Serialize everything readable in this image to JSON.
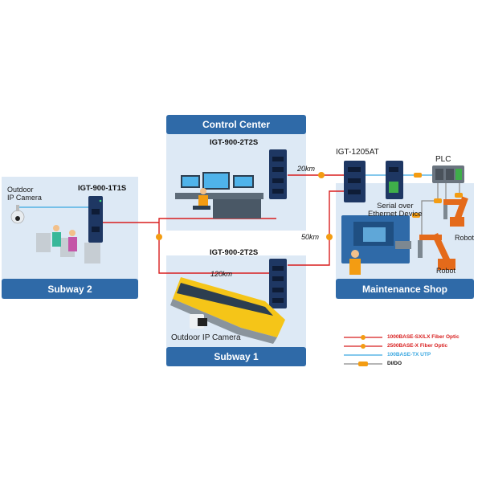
{
  "areas": {
    "control_center": "Control Center",
    "subway2": "Subway 2",
    "subway1": "Subway 1",
    "maintenance": "Maintenance Shop"
  },
  "devices": {
    "igt_1t1s": "IGT-900-1T1S",
    "igt_2t2s_top": "IGT-900-2T2S",
    "igt_2t2s_bottom": "IGT-900-2T2S",
    "igt_1205at": "IGT-1205AT",
    "plc": "PLC"
  },
  "labels": {
    "outdoor_cam_left": "Outdoor\nIP Camera",
    "outdoor_cam_bottom": "Outdoor IP Camera",
    "serial_device": "Serial over\nEthernet Device",
    "robot1": "Robot",
    "robot2": "Robot"
  },
  "distances": {
    "d20": "20km",
    "d50": "50km",
    "d120": "120km"
  },
  "legend": {
    "fiber_1000": "1000BASE-SX/LX Fiber Optic",
    "fiber_2500": "2500BASE-X Fiber Optic",
    "utp": "100BASE-TX UTP",
    "dido": "DI/DO"
  },
  "colors": {
    "panel": "#dde9f5",
    "header": "#2f6aa8",
    "fiber": "#d81e1e",
    "utp": "#3aa7e0",
    "dido": "#8a8a8a",
    "badge": "#f39c12"
  }
}
